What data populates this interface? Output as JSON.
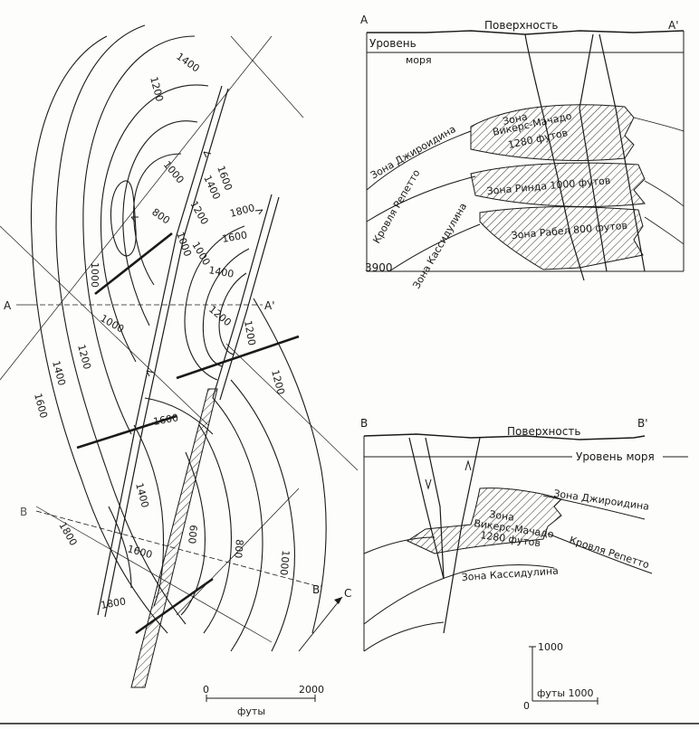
{
  "map": {
    "contour_labels": [
      {
        "id": "c1400a",
        "text": "1400"
      },
      {
        "id": "c1200a",
        "text": "1200"
      },
      {
        "id": "c1000a",
        "text": "1000"
      },
      {
        "id": "c800a",
        "text": "800"
      },
      {
        "id": "c1000b",
        "text": "1000"
      },
      {
        "id": "c1000c",
        "text": "1000"
      },
      {
        "id": "c1000d",
        "text": "1000"
      },
      {
        "id": "c1200b",
        "text": "1200"
      },
      {
        "id": "c1400b",
        "text": "1400"
      },
      {
        "id": "c1600a",
        "text": "1600"
      },
      {
        "id": "c1600b",
        "text": "1600"
      },
      {
        "id": "c1800a",
        "text": "1800"
      },
      {
        "id": "c1600c",
        "text": "1600"
      },
      {
        "id": "c1400c",
        "text": "1400"
      },
      {
        "id": "c1200c",
        "text": "1200"
      },
      {
        "id": "c1000e",
        "text": "1000"
      },
      {
        "id": "c1200d",
        "text": "1200"
      },
      {
        "id": "c1200e",
        "text": "1200"
      },
      {
        "id": "c1200f",
        "text": "1200"
      },
      {
        "id": "c1400d",
        "text": "1400"
      },
      {
        "id": "c1600d",
        "text": "1600"
      },
      {
        "id": "c1800b",
        "text": "1800"
      },
      {
        "id": "c1400e",
        "text": "1400"
      },
      {
        "id": "c1600e",
        "text": "1600"
      },
      {
        "id": "c600",
        "text": "600"
      },
      {
        "id": "c800b",
        "text": "800"
      },
      {
        "id": "c1000f",
        "text": "1000"
      },
      {
        "id": "c1800c",
        "text": "1800"
      }
    ],
    "section_marks": {
      "a": "A",
      "a_prime": "A'",
      "b": "B",
      "b_prime": "B'",
      "c": "C"
    },
    "scale": {
      "start": "0",
      "end": "2000",
      "unit": "футы"
    }
  },
  "section_a": {
    "left_mark": "A",
    "right_mark": "A'",
    "surface": "Поверхность",
    "sea_level_1": "Уровень",
    "sea_level_2": "моря",
    "zone_djiro": "Зона Джироидина",
    "zone_vickers_1": "Зона",
    "zone_vickers_2": "Викерс-Мачадо",
    "zone_vickers_3": "1280 футов",
    "zone_rinda": "Зона Ринда 1000 футов",
    "roof_repetto": "Кровля Репетто",
    "zone_rabel": "Зона Рабел 800 футов",
    "zone_kassidulina": "Зона Кассидулина",
    "depth": "3900"
  },
  "section_b": {
    "left_mark": "B",
    "right_mark": "B'",
    "surface": "Поверхность",
    "sea_level": "Уровень моря",
    "zone_djiro": "Зона Джироидина",
    "zone_vickers_1": "Зона",
    "zone_vickers_2": "Викерс-Мачадо",
    "zone_vickers_3": "1280 футов",
    "roof_repetto": "Кровля Репетто",
    "zone_kassidulina": "Зона Кассидулина"
  },
  "section_scale": {
    "vertical": "1000",
    "origin": "0",
    "horizontal": "футы 1000"
  }
}
